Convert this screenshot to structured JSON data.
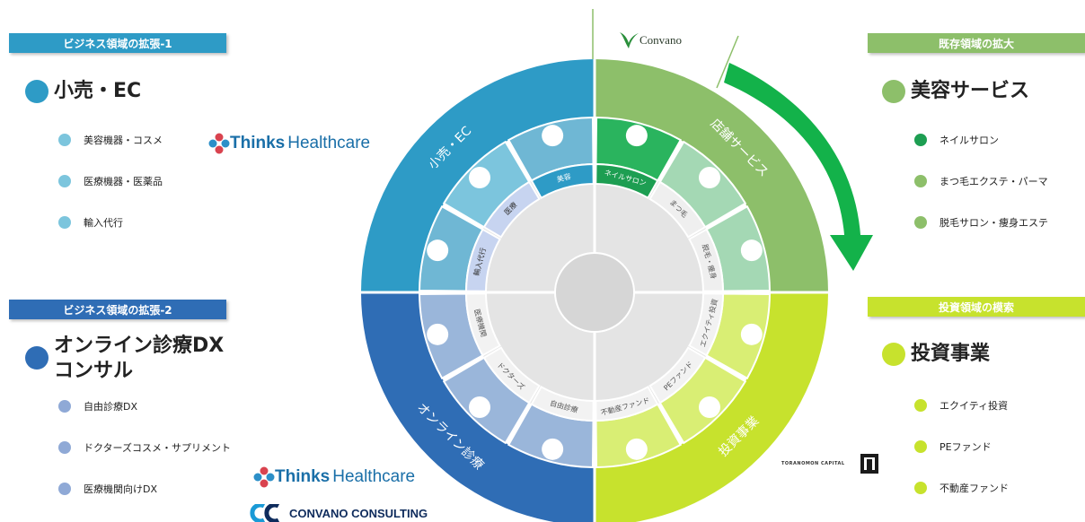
{
  "colors": {
    "retail": "#2e9bc6",
    "online": "#2f6db5",
    "beauty": "#8dbf6a",
    "invest": "#c7e22d",
    "nail": "#1d9e52",
    "arrow": "#13b24a"
  },
  "retail_section": {
    "tag": "ビジネス領域の拡張-1",
    "title": "小売・EC",
    "items": [
      "美容機器・コスメ",
      "医療機器・医薬品",
      "輸入代行"
    ]
  },
  "online_section": {
    "tag": "ビジネス領域の拡張-2",
    "title": "オンライン診療DX\nコンサル",
    "items": [
      "自由診療DX",
      "ドクターズコスメ・サプリメント",
      "医療機関向けDX"
    ]
  },
  "beauty_section": {
    "tag": "既存領域の拡大",
    "title": "美容サービス",
    "items": [
      "ネイルサロン",
      "まつ毛エクステ・パーマ",
      "脱毛サロン・痩身エステ"
    ]
  },
  "invest_section": {
    "tag": "投資領域の模索",
    "title": "投資事業",
    "items": [
      "エクイティ投資",
      "PEファンド",
      "不動産ファンド"
    ]
  },
  "logos": {
    "thinks_1": "Thinks",
    "thinks_2": "Healthcare",
    "convano": "Convano",
    "convano_consulting": "CONVANO CONSULTING",
    "toranomon": "TORANOMON CAPITAL"
  },
  "wheel": {
    "outer_labels": [
      "小売・EC",
      "店舗サービス",
      "オンライン診療",
      "投資事業"
    ],
    "inner_labels": {
      "retail": [
        "美容",
        "医療",
        "輸入代行"
      ],
      "beauty": [
        "ネイルサロン",
        "まつ毛",
        "脱毛・痩身"
      ],
      "online": [
        "医療機関",
        "ドクターズ",
        "自由診療"
      ],
      "invest": [
        "エクイティ投資",
        "PEファンド",
        "不動産ファンド"
      ]
    }
  }
}
